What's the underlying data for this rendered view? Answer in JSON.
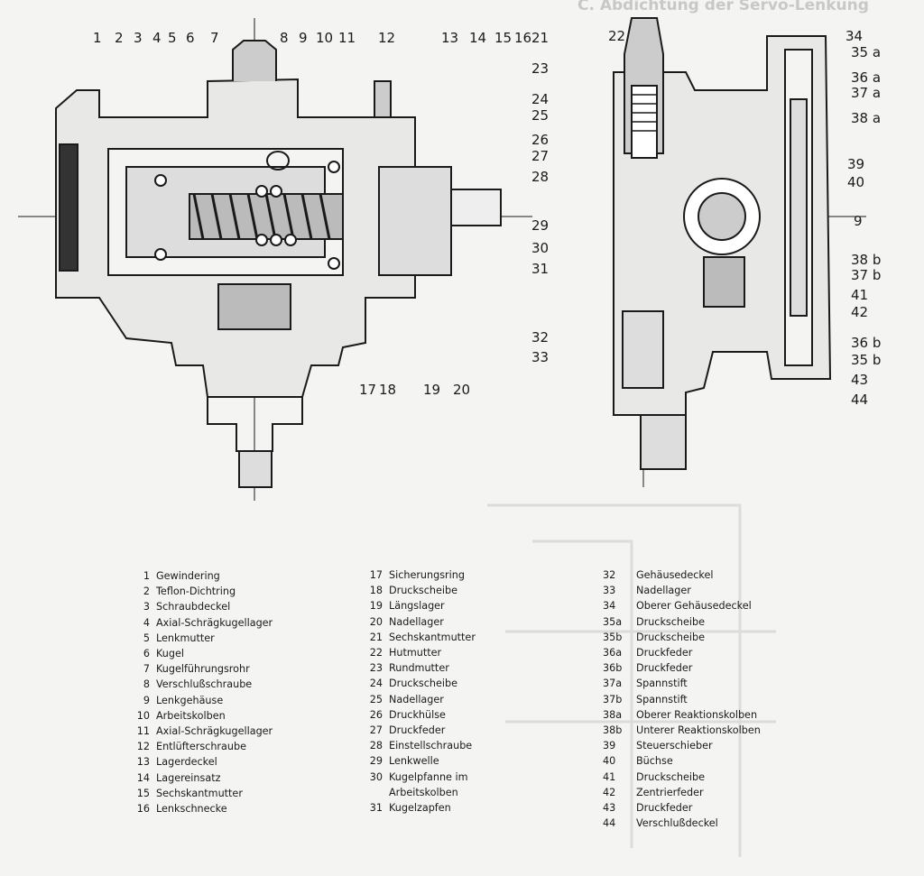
{
  "header": "C. Abdichtung der Servo-Lenkung",
  "callouts_left": [
    "1",
    "2",
    "3",
    "4",
    "5",
    "6",
    "7",
    "8",
    "9",
    "10",
    "11",
    "12",
    "13",
    "14",
    "15",
    "16",
    "17",
    "18",
    "19",
    "20"
  ],
  "callouts_right": [
    "21",
    "22",
    "23",
    "24",
    "25",
    "26",
    "27",
    "28",
    "29",
    "30",
    "31",
    "32",
    "33",
    "34",
    "35 a",
    "36 a",
    "37 a",
    "38 a",
    "39",
    "40",
    "9",
    "38 b",
    "37 b",
    "41",
    "42",
    "36 b",
    "35 b",
    "43",
    "44"
  ],
  "legend": [
    [
      [
        "1",
        "Gewindering"
      ],
      [
        "2",
        "Teflon-Dichtring"
      ],
      [
        "3",
        "Schraubdeckel"
      ],
      [
        "4",
        "Axial-Schrägkugellager"
      ],
      [
        "5",
        "Lenkmutter"
      ],
      [
        "6",
        "Kugel"
      ],
      [
        "7",
        "Kugelführungsrohr"
      ],
      [
        "8",
        "Verschlußschraube"
      ],
      [
        "9",
        "Lenkgehäuse"
      ],
      [
        "10",
        "Arbeitskolben"
      ],
      [
        "11",
        "Axial-Schrägkugellager"
      ],
      [
        "12",
        "Entlüfterschraube"
      ],
      [
        "13",
        "Lagerdeckel"
      ],
      [
        "14",
        "Lagereinsatz"
      ],
      [
        "15",
        "Sechskantmutter"
      ],
      [
        "16",
        "Lenkschnecke"
      ]
    ],
    [
      [
        "17",
        "Sicherungsring"
      ],
      [
        "18",
        "Druckscheibe"
      ],
      [
        "19",
        "Längslager"
      ],
      [
        "20",
        "Nadellager"
      ],
      [
        "21",
        "Sechskantmutter"
      ],
      [
        "22",
        "Hutmutter"
      ],
      [
        "23",
        "Rundmutter"
      ],
      [
        "24",
        "Druckscheibe"
      ],
      [
        "25",
        "Nadellager"
      ],
      [
        "26",
        "Druckhülse"
      ],
      [
        "27",
        "Druckfeder"
      ],
      [
        "28",
        "Einstellschraube"
      ],
      [
        "29",
        "Lenkwelle"
      ],
      [
        "30",
        "Kugelpfanne im"
      ],
      [
        "",
        "Arbeitskolben"
      ],
      [
        "31",
        "Kugelzapfen"
      ]
    ],
    [
      [
        "32",
        "Gehäusedeckel"
      ],
      [
        "33",
        "Nadellager"
      ],
      [
        "34",
        "Oberer Gehäusedeckel"
      ],
      [
        "35a",
        "Druckscheibe"
      ],
      [
        "35b",
        "Druckscheibe"
      ],
      [
        "36a",
        "Druckfeder"
      ],
      [
        "36b",
        "Druckfeder"
      ],
      [
        "37a",
        "Spannstift"
      ],
      [
        "37b",
        "Spannstift"
      ],
      [
        "38a",
        "Oberer Reaktionskolben"
      ],
      [
        "38b",
        "Unterer Reaktionskolben"
      ],
      [
        "39",
        "Steuerschieber"
      ],
      [
        "40",
        "Büchse"
      ],
      [
        "41",
        "Druckscheibe"
      ],
      [
        "42",
        "Zentrierfeder"
      ],
      [
        "43",
        "Druckfeder"
      ],
      [
        "44",
        "Verschlußdeckel"
      ]
    ]
  ]
}
